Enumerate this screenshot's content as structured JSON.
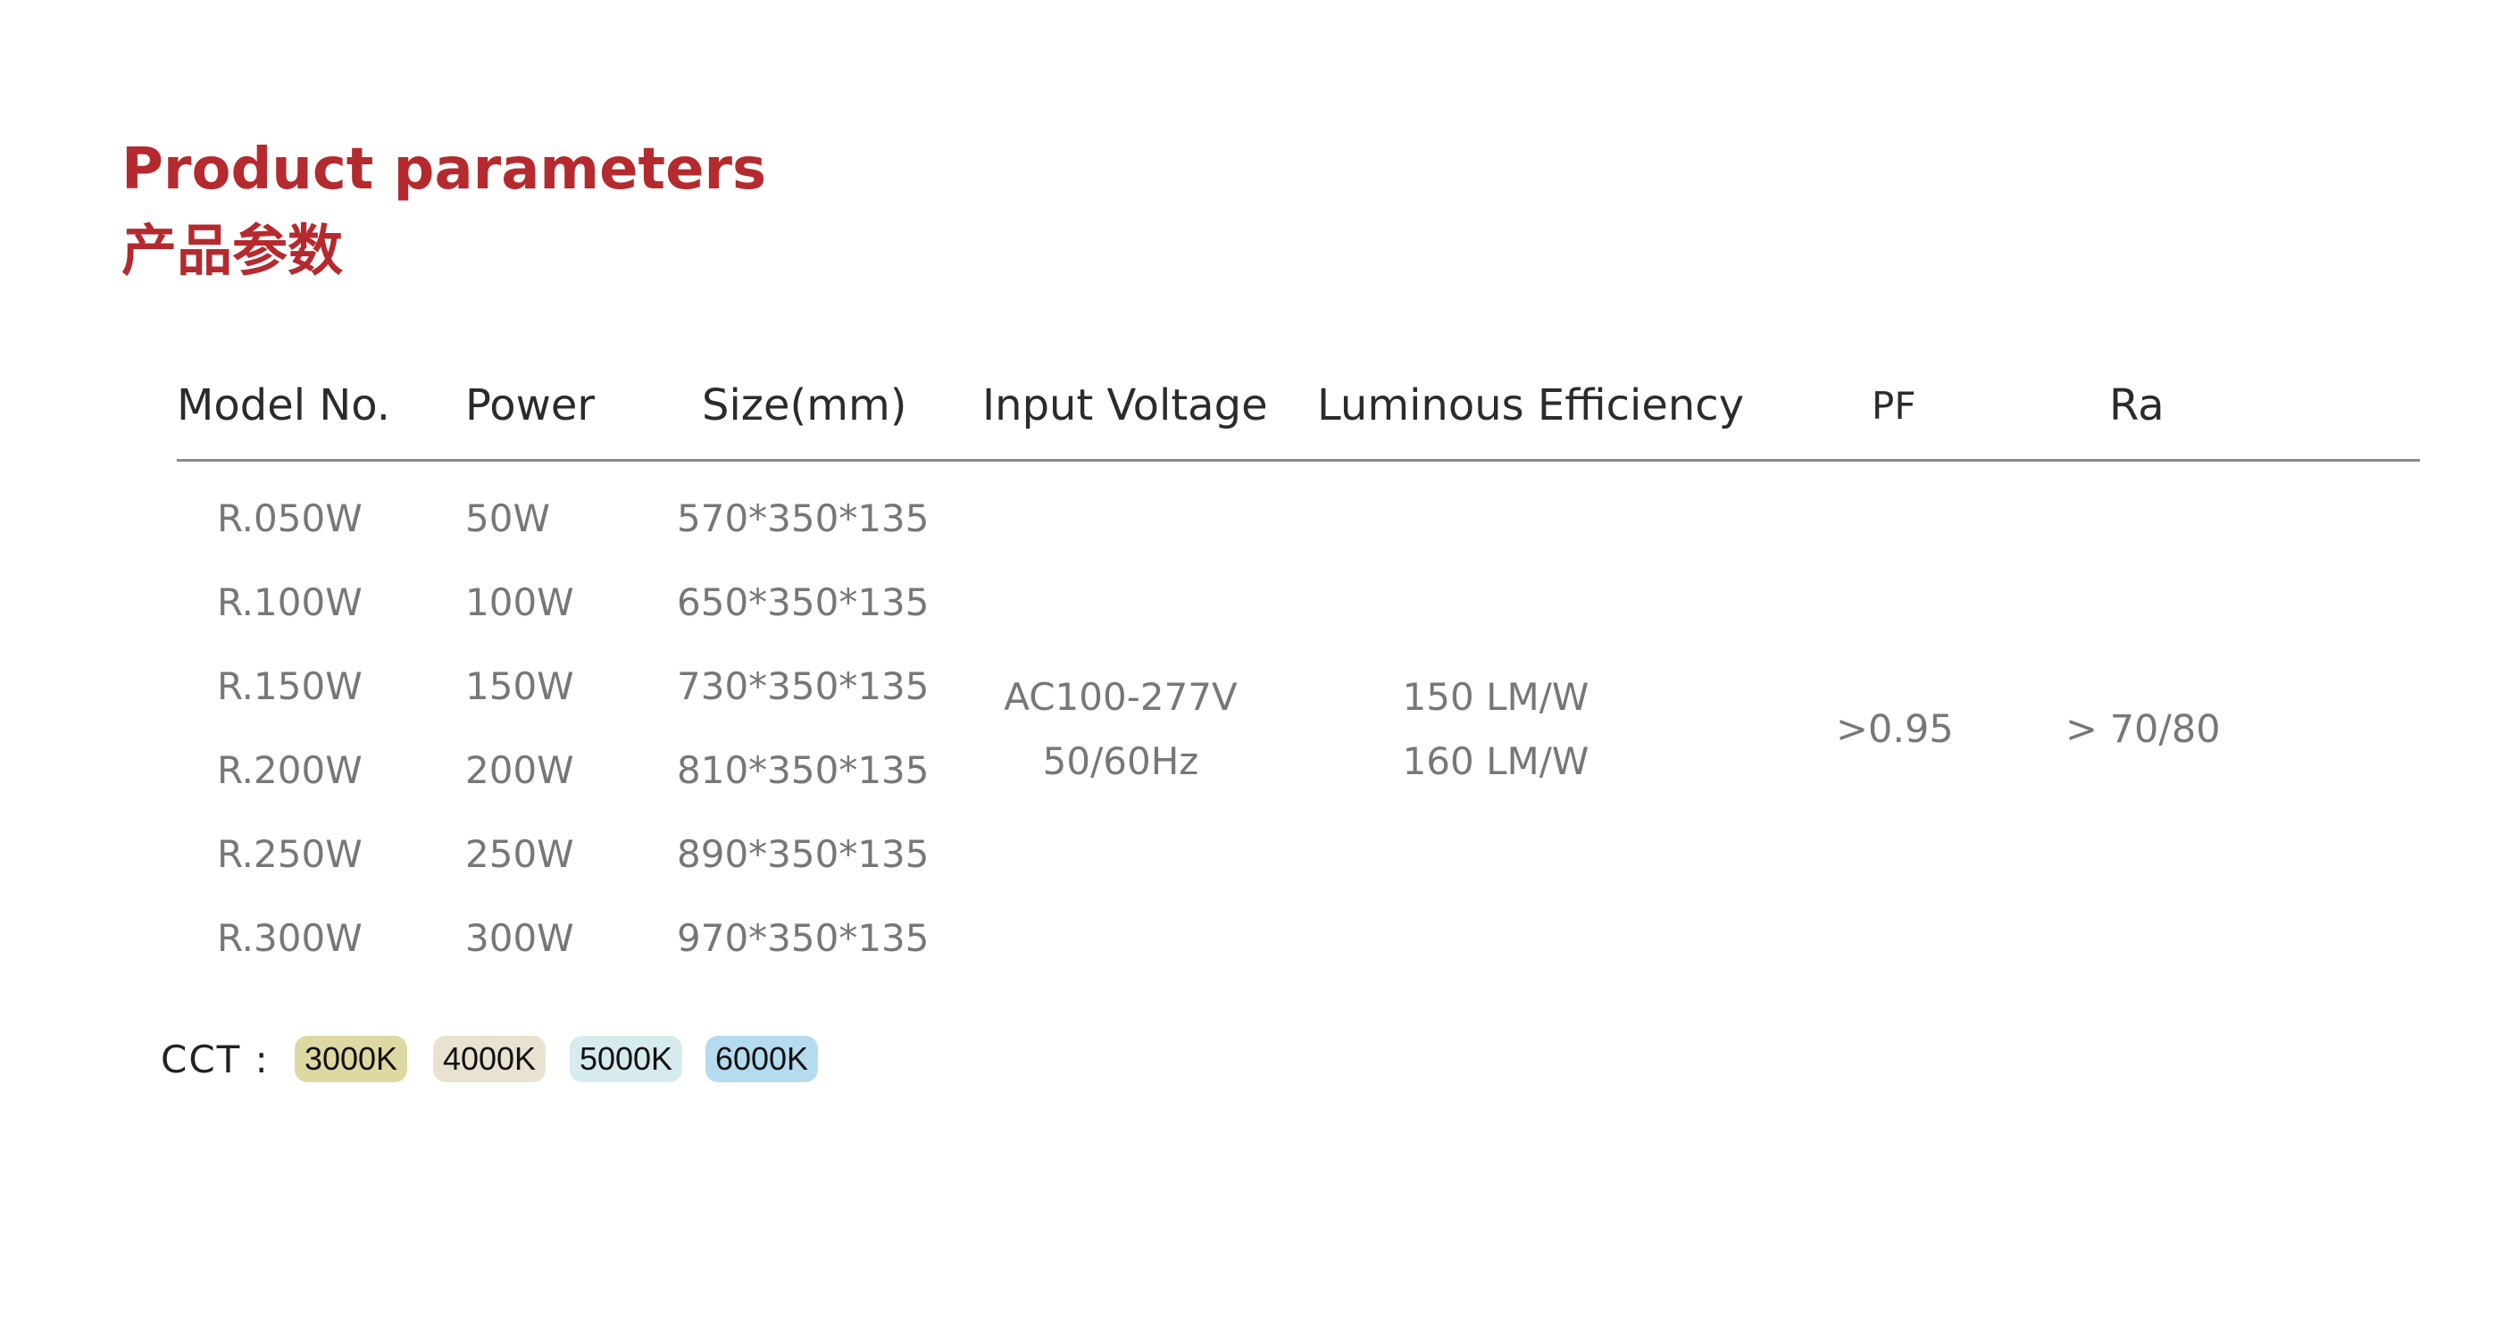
{
  "title": {
    "en": "Product parameters",
    "zh": "产品参数"
  },
  "table": {
    "headers": {
      "model": "Model No.",
      "power": "Power",
      "size": "Size(mm)",
      "voltage": "Input Voltage",
      "efficiency": "Luminous Efficiency",
      "pf": "PF",
      "ra": "Ra"
    },
    "rows": [
      {
        "model": "R.050W",
        "power": "50W",
        "size": "570*350*135"
      },
      {
        "model": "R.100W",
        "power": "100W",
        "size": "650*350*135"
      },
      {
        "model": "R.150W",
        "power": "150W",
        "size": "730*350*135"
      },
      {
        "model": "R.200W",
        "power": "200W",
        "size": "810*350*135"
      },
      {
        "model": "R.250W",
        "power": "250W",
        "size": "890*350*135"
      },
      {
        "model": "R.300W",
        "power": "300W",
        "size": "970*350*135"
      }
    ],
    "shared": {
      "voltage_line1": "AC100-277V",
      "voltage_line2": "50/60Hz",
      "efficiency_line1": "150 LM/W",
      "efficiency_line2": "160 LM/W",
      "pf": ">0.95",
      "ra": "> 70/80"
    }
  },
  "cct": {
    "label": "CCT :",
    "options": [
      {
        "label": "3000K",
        "color": "#ded9a3"
      },
      {
        "label": "4000K",
        "color": "#e8e2d0"
      },
      {
        "label": "5000K",
        "color": "#d6ebee"
      },
      {
        "label": "6000K",
        "color": "#b5dbef"
      }
    ]
  },
  "colors": {
    "title": "#b52a2e",
    "header_text": "#2b2b2b",
    "cell_text": "#777777",
    "rule": "#8a8a8a"
  }
}
